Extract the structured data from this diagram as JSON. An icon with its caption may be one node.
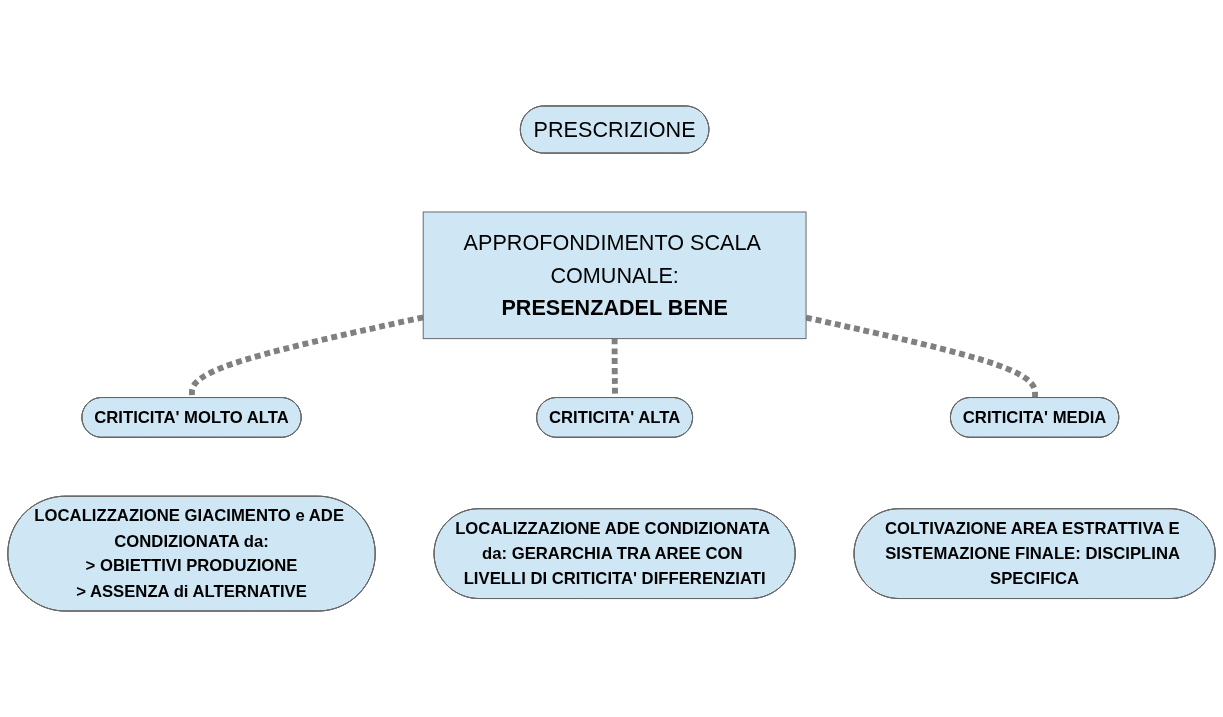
{
  "diagram": {
    "nodes": [
      {
        "text": [
          "PRESCRIZIONE"
        ]
      },
      {
        "text": [
          "APPROFONDIMENTO SCALA COMUNALE:",
          "PRESENZADEL BENE"
        ]
      },
      {
        "text": [
          "CRITICITA' MOLTO ALTA"
        ]
      },
      {
        "text": [
          "CRITICITA' ALTA"
        ]
      },
      {
        "text": [
          "CRITICITA' MEDIA"
        ]
      },
      {
        "text": [
          "LOCALIZZAZIONE GIACIMENTO e ADE CONDIZIONATA da:",
          "> OBIETTIVI PRODUZIONE",
          "> ASSENZA di ALTERNATIVE"
        ]
      },
      {
        "text": [
          "LOCALIZZAZIONE ADE CONDIZIONATA da: GERARCHIA TRA AREE CON LIVELLI DI CRITICITA' DIFFERENZIATI"
        ]
      },
      {
        "text": [
          "COLTIVAZIONE AREA ESTRATTIVA E SISTEMAZIONE FINALE: DISCIPLINA SPECIFICA"
        ]
      }
    ],
    "edges": [
      {
        "from": 1,
        "to": 2,
        "arrow": "none",
        "style": "dashed",
        "color": "#808080"
      },
      {
        "from": 1,
        "to": 3,
        "arrow": "none",
        "style": "dashed",
        "color": "#808080"
      },
      {
        "from": 1,
        "to": 4,
        "arrow": "none",
        "style": "dashed",
        "color": "#808080"
      }
    ]
  }
}
